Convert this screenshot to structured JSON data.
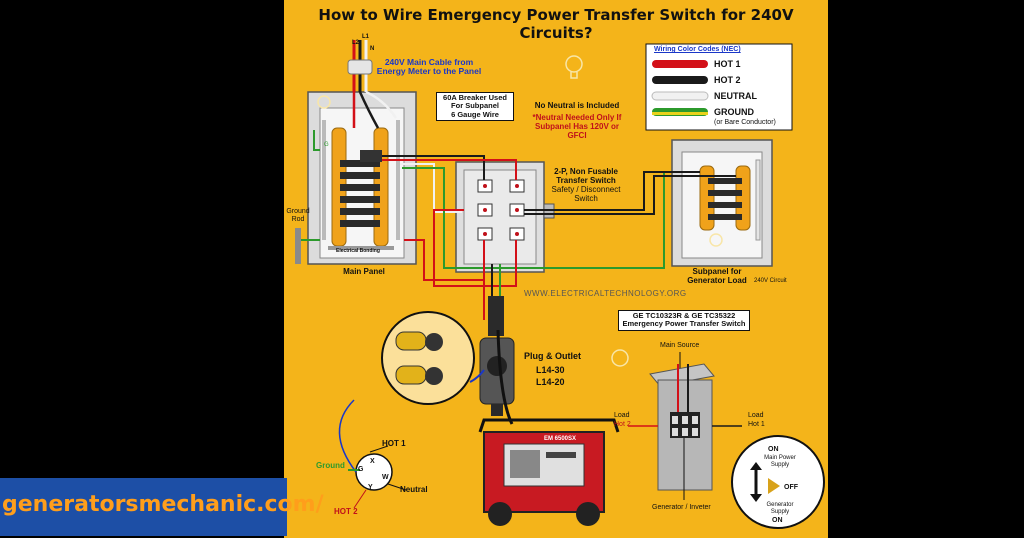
{
  "title": "How to Wire Emergency Power Transfer Switch for 240V Circuits?",
  "main_cable": "240V Main Cable from Energy Meter to the Panel",
  "breaker_note": [
    "60A Breaker Used",
    "For Subpanel",
    "6 Gauge Wire"
  ],
  "neutral_note": "No Neutral is Included",
  "neutral_needed": [
    "*Neutral Needed Only If",
    "Subpanel Has 120V or GFCI"
  ],
  "legend": {
    "heading": "Wiring Color Codes (NEC)",
    "items": [
      {
        "label": "HOT 1",
        "color": "#d31018"
      },
      {
        "label": "HOT 2",
        "color": "#1a1a1a"
      },
      {
        "label": "NEUTRAL",
        "color": "#f1f1f1"
      },
      {
        "label": "GROUND",
        "color": "#2c9a2c"
      }
    ],
    "ground_sub": "(or Bare Conductor)"
  },
  "switch_label": [
    "2-P, Non Fusable",
    "Transfer Switch",
    "Safety / Disconnect",
    "Switch"
  ],
  "main_panel": "Main Panel",
  "electrical_bonding": "Electrical Bonding",
  "ground_rod": [
    "Ground",
    "Rod"
  ],
  "subpanel": [
    "Subpanel for",
    "Generator Load"
  ],
  "circuit_240": "240V Circuit",
  "website": "WWW.ELECTRICALTECHNOLOGY.ORG",
  "ge_label": [
    "GE TC10323R & GE TC35322",
    "Emergency Power Transfer Switch"
  ],
  "plug_outlet": [
    "Plug & Outlet",
    "L14-30",
    "L14-20"
  ],
  "main_source": "Main Source",
  "load_hot2": [
    "Load",
    "Hot 2"
  ],
  "load_hot1": [
    "Load",
    "Hot 1"
  ],
  "generator_inverter": "Generator / Inveter",
  "dial": {
    "on_top": "ON",
    "main_supply": [
      "Main Power",
      "Supply"
    ],
    "off": "OFF",
    "gen_supply": [
      "Generator",
      "Supply"
    ],
    "on_bottom": "ON"
  },
  "plug_pins": {
    "hot1": "HOT 1",
    "ground": "Ground",
    "neutral": "Neutral",
    "hot2": "HOT 2",
    "x": "X",
    "y": "Y",
    "w": "W",
    "g": "G"
  },
  "terminal_labels": {
    "l1": "L1",
    "l2": "L2",
    "n": "N",
    "g": "G"
  },
  "generator_brand": "EM 6500SX",
  "watermark": "generatorsmechanic.com/",
  "colors": {
    "background": "#f4b41a",
    "hot1": "#d31018",
    "hot2": "#1a1a1a",
    "neutral": "#f1f1f1",
    "ground": "#2c9a2c",
    "watermark_bg": "#1d4fa6",
    "watermark_text": "#ff9e1b"
  }
}
